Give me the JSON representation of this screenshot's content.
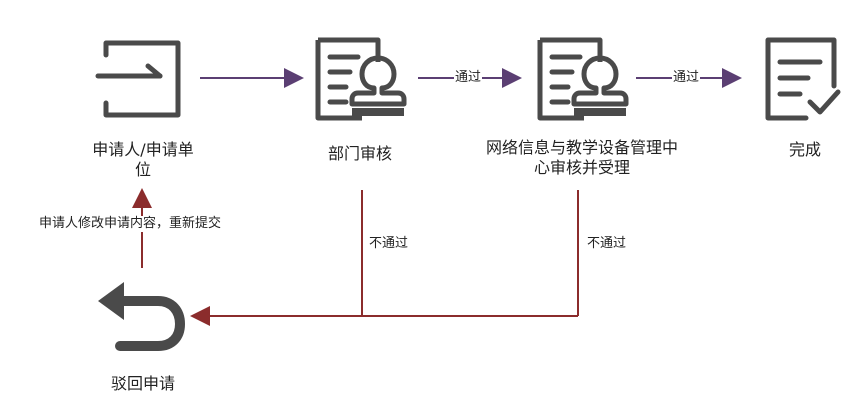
{
  "nodes": {
    "applicant": {
      "label_line1": "申请人/申请单",
      "label_line2": "位"
    },
    "dept_review": {
      "label": "部门审核"
    },
    "center_review": {
      "label_line1": "网络信息与教学设备管理中",
      "label_line2": "心审核并受理"
    },
    "complete": {
      "label": "完成"
    },
    "reject": {
      "label": "驳回申请"
    }
  },
  "edges": {
    "pass_1": "通过",
    "pass_2": "通过",
    "fail_1": "不通过",
    "fail_2": "不通过",
    "resubmit": "申请人修改申请内容，重新提交"
  },
  "colors": {
    "icon": "#4a4a4a",
    "pass_arrow": "#5b3f73",
    "fail_arrow": "#8b2c2c"
  }
}
